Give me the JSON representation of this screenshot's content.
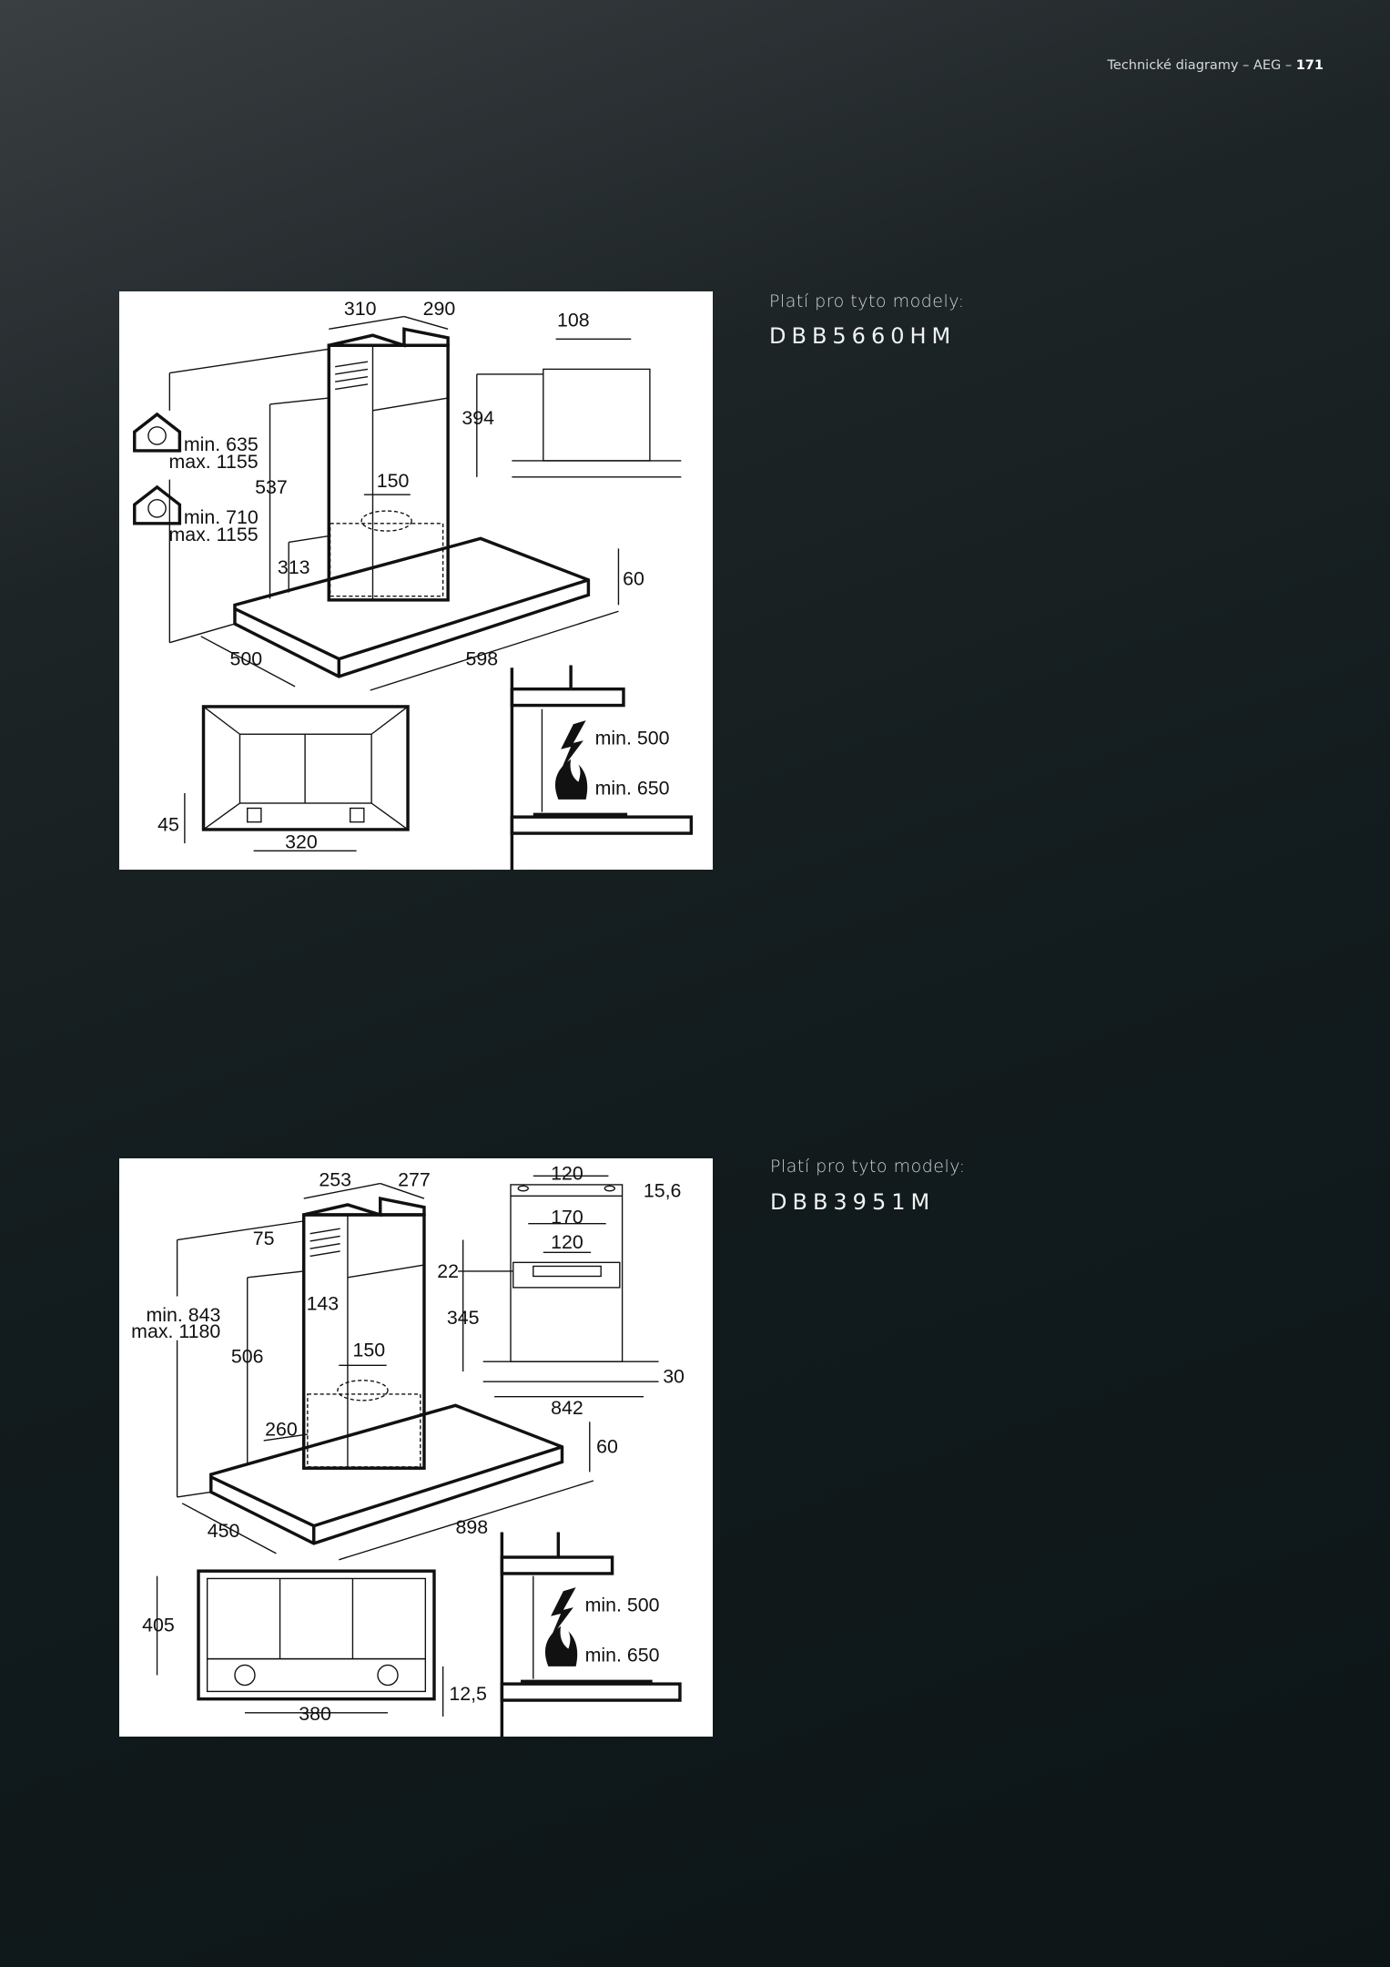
{
  "header": {
    "text": "Technické diagramy – AEG – ",
    "page": "171"
  },
  "sections": [
    {
      "applies_label": "Platí pro tyto modely:",
      "model": "DBB5660HM",
      "dims": {
        "a": "310",
        "b": "290",
        "c": "108",
        "d": "394",
        "e": "min. 635",
        "f": "max. 1155",
        "g": "537",
        "h": "150",
        "i": "min. 710",
        "j": "max. 1155",
        "k": "313",
        "l": "60",
        "m": "500",
        "n": "598",
        "o": "min. 500",
        "p": "min. 650",
        "q": "45",
        "r": "320"
      }
    },
    {
      "applies_label": "Platí pro tyto modely:",
      "model": "DBB3951M",
      "dims": {
        "a": "253",
        "b": "277",
        "c": "120",
        "d": "15,6",
        "e": "75",
        "f": "170",
        "g": "120",
        "h": "22",
        "i": "min. 843",
        "j": "max. 1180",
        "k": "143",
        "l": "345",
        "m": "506",
        "n": "150",
        "o": "30",
        "p": "842",
        "q": "260",
        "r": "60",
        "s": "450",
        "t": "898",
        "u": "min. 500",
        "v": "405",
        "w": "min. 650",
        "x": "12,5",
        "y": "380"
      }
    }
  ]
}
